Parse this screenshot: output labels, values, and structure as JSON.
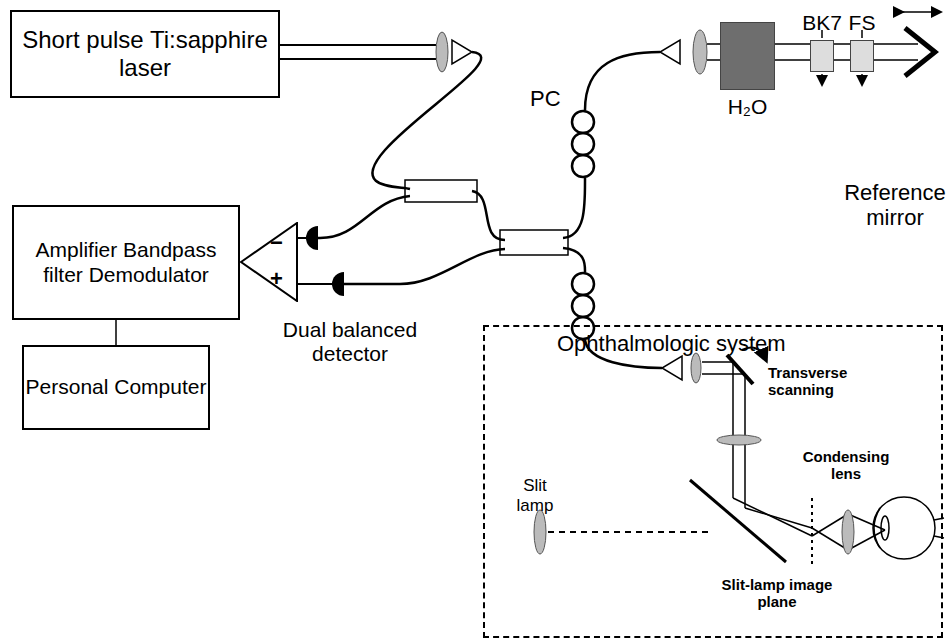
{
  "diagram": {
    "nodes": [
      {
        "text": [
          "Short pulse Ti:sapphire laser"
        ]
      },
      {
        "text": [
          "H₂O"
        ]
      },
      {
        "text": [
          "BK7"
        ]
      },
      {
        "text": [
          "FS"
        ]
      },
      {
        "text": [
          "Amplifier Bandpass filter Demodulator"
        ]
      },
      {
        "text": [
          "−",
          "+"
        ]
      },
      {
        "text": [
          "Personal Computer"
        ]
      },
      {
        "text": [
          "Ophthalmologic system"
        ]
      }
    ],
    "edges": [
      {
        "from": 4,
        "to": 6,
        "arrow": "none"
      }
    ],
    "labels": [
      "PC",
      "Reference mirror",
      "Dual balanced detector",
      "Transverse scanning",
      "Condensing lens",
      "Slit lamp",
      "Slit-lamp image plane"
    ]
  }
}
